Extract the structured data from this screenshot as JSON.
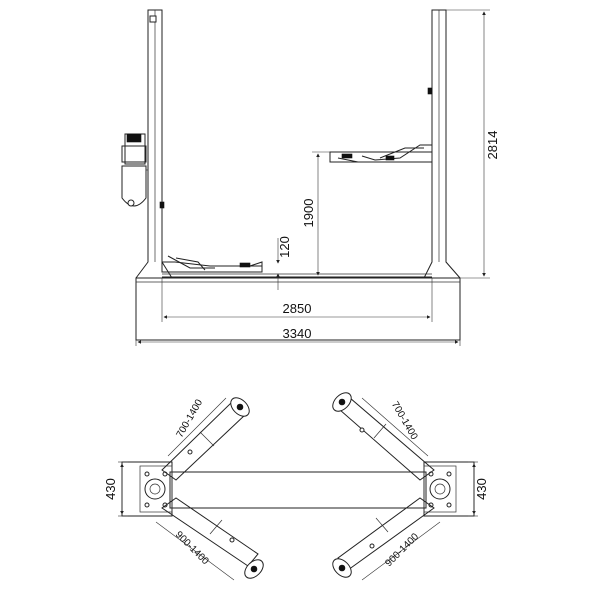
{
  "side_view": {
    "dim_height_total": "2814",
    "dim_lift_height": "1900",
    "dim_min_height": "120",
    "dim_inner_width": "2850",
    "dim_outer_width": "3340"
  },
  "top_view": {
    "dim_left_base": "430",
    "dim_right_base": "430",
    "dim_arm_upper_left": "700-1400",
    "dim_arm_upper_right": "700-1400",
    "dim_arm_lower_left": "900-1400",
    "dim_arm_lower_right": "900-1400"
  }
}
